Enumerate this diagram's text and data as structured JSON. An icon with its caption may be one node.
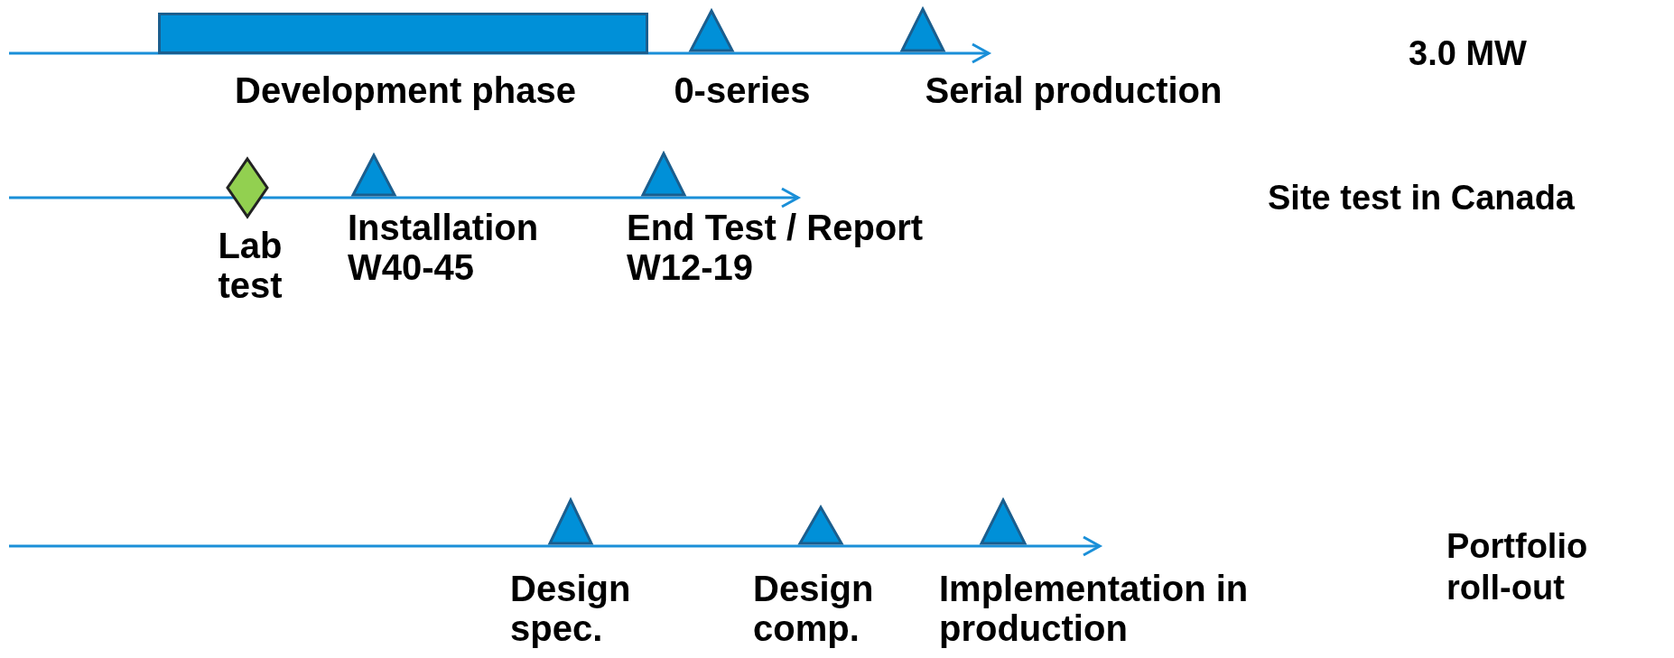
{
  "diagram": {
    "nodes": [
      {
        "text": [
          "Development phase"
        ]
      },
      {
        "text": [
          "0-series"
        ]
      },
      {
        "text": [
          "Serial production"
        ]
      },
      {
        "text": [
          "Lab test"
        ]
      },
      {
        "text": [
          "Installation W40-45"
        ]
      },
      {
        "text": [
          "End Test / Report W12-19"
        ]
      },
      {
        "text": [
          "Design spec."
        ]
      },
      {
        "text": [
          "Design comp."
        ]
      },
      {
        "text": [
          "Implementation in production"
        ]
      }
    ],
    "labels": [
      "3.0 MW",
      "Site test in Canada",
      "Portfolio roll-out"
    ]
  }
}
